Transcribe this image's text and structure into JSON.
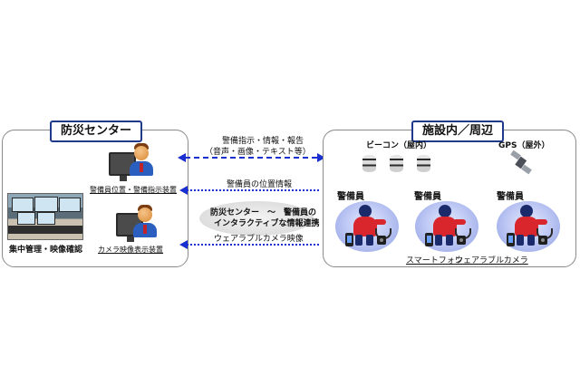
{
  "center_panel": {
    "title": "防災センター",
    "terminal_top_label": "警備員位置・警備指示装置",
    "terminal_bottom_label": "カメラ映像表示装置",
    "control_room_label": "集中管理・映像確認"
  },
  "facility_panel": {
    "title": "施設内／周辺",
    "beacon_label": "ビーコン（屋内）",
    "gps_label": "GPS（屋外）",
    "guard_labels": [
      "警備員",
      "警備員",
      "警備員"
    ],
    "smartphone_label": "スマートフォン",
    "camera_label": "ウェアラブルカメラ"
  },
  "arrows": {
    "top_label_line1": "警備指示・情報・報告",
    "top_label_line2": "（音声・画像・テキスト等）",
    "middle_label": "警備員の位置情報",
    "bottom_label": "ウェアラブルカメラ映像",
    "color": "#1a2fd0"
  },
  "center_bubble": {
    "line1": "防災センター　～　警備員の",
    "line2": "インタラクティブな情報連携"
  }
}
